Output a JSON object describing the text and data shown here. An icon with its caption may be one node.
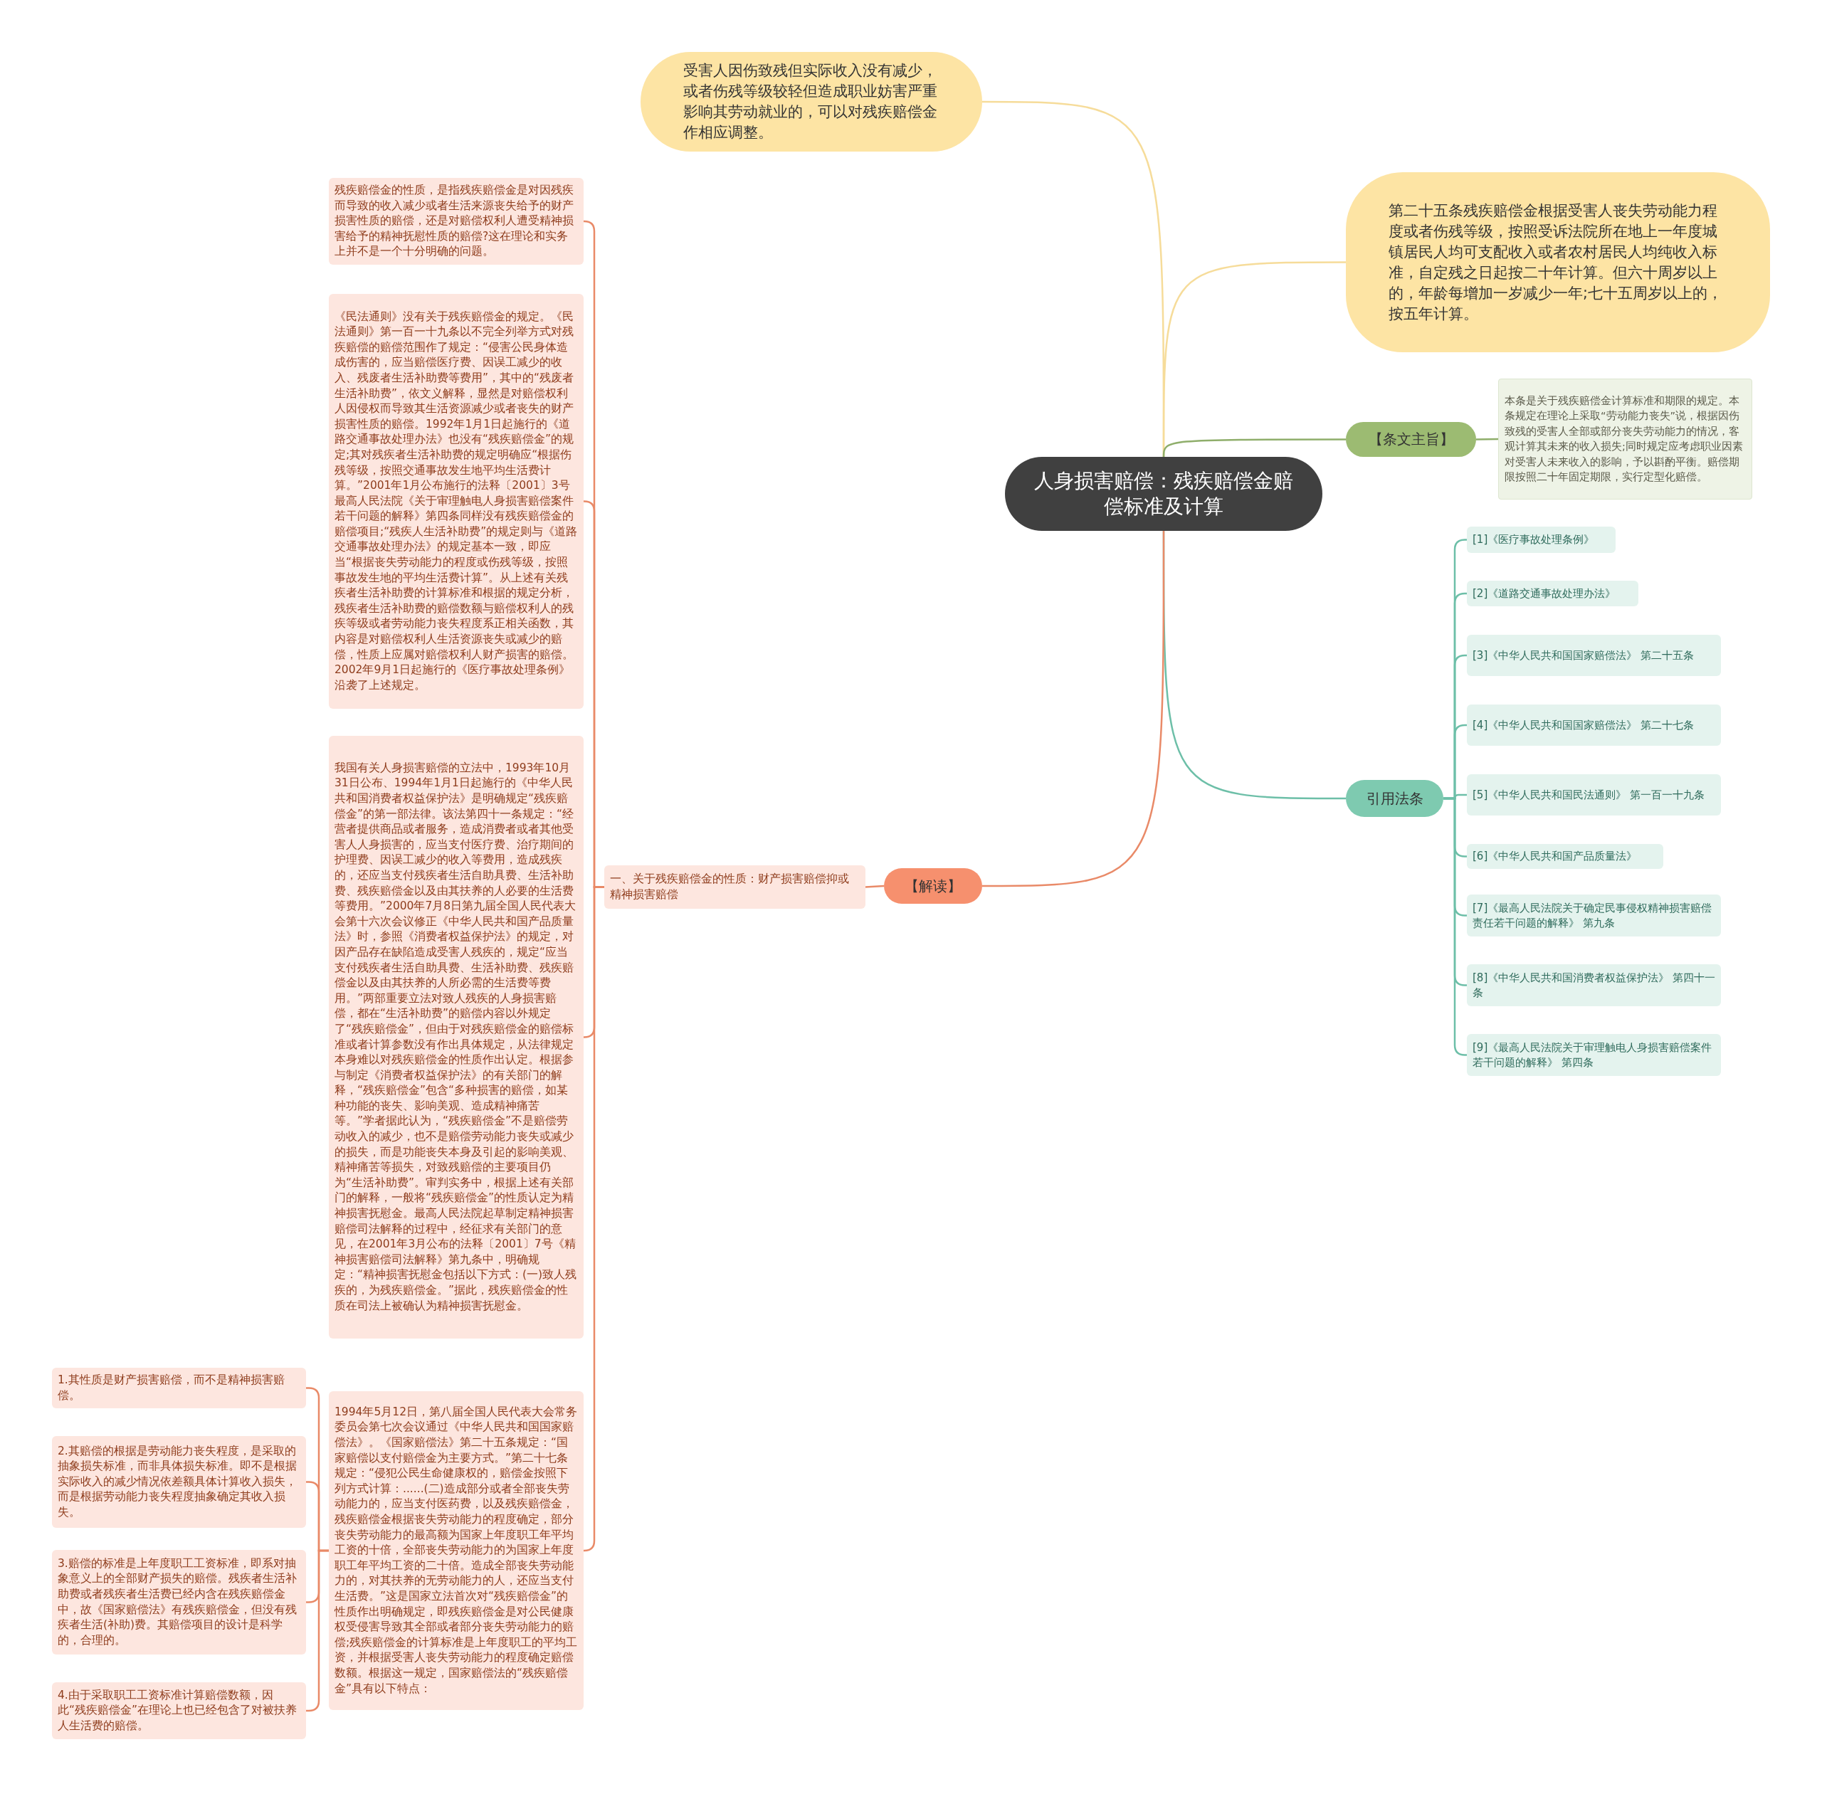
{
  "diagram": {
    "nodes": [
      {
        "text": [
          "人身损害赔偿：残疾赔偿金赔偿标准及计算"
        ]
      },
      {
        "text": [
          "受害人因伤致残但实际收入没有减少，或者伤残等级较轻但造成职业妨害严重影响其劳动就业的，可以对残疾赔偿金作相应调整。"
        ]
      },
      {
        "text": [
          "第二十五条残疾赔偿金根据受害人丧失劳动能力程度或者伤残等级，按照受诉法院所在地上一年度城镇居民人均可支配收入或者农村居民人均纯收入标准，自定残之日起按二十年计算。但六十周岁以上的，年龄每增加一岁减少一年;七十五周岁以上的，按五年计算。"
        ]
      },
      {
        "text": [
          "【条文主旨】"
        ]
      },
      {
        "text": [
          "本条是关于残疾赔偿金计算标准和期限的规定。本条规定在理论上采取“劳动能力丧失”说，根据因伤致残的受害人全部或部分丧失劳动能力的情况，客观计算其未来的收入损失;同时规定应考虑职业因素对受害人未来收入的影响，予以斟酌平衡。赔偿期限按照二十年固定期限，实行定型化赔偿。"
        ]
      },
      {
        "text": [
          "引用法条"
        ]
      },
      {
        "text": [
          "[1]《医疗事故处理条例》"
        ]
      },
      {
        "text": [
          "[2]《道路交通事故处理办法》"
        ]
      },
      {
        "text": [
          "[3]《中华人民共和国国家赔偿法》 第二十五条"
        ]
      },
      {
        "text": [
          "[4]《中华人民共和国国家赔偿法》 第二十七条"
        ]
      },
      {
        "text": [
          "[5]《中华人民共和国民法通则》 第一百一十九条"
        ]
      },
      {
        "text": [
          "[6]《中华人民共和国产品质量法》"
        ]
      },
      {
        "text": [
          "[7]《最高人民法院关于确定民事侵权精神损害赔偿责任若干问题的解释》 第九条"
        ]
      },
      {
        "text": [
          "[8]《中华人民共和国消费者权益保护法》 第四十一条"
        ]
      },
      {
        "text": [
          "[9]《最高人民法院关于审理触电人身损害赔偿案件若干问题的解释》 第四条"
        ]
      },
      {
        "text": [
          "【解读】"
        ]
      },
      {
        "text": [
          "一、关于残疾赔偿金的性质：财产损害赔偿抑或精神损害赔偿"
        ]
      },
      {
        "text": [
          "残疾赔偿金的性质，是指残疾赔偿金是对因残疾而导致的收入减少或者生活来源丧失给予的财产损害性质的赔偿，还是对赔偿权利人遭受精神损害给予的精神抚慰性质的赔偿?这在理论和实务上并不是一个十分明确的问题。"
        ]
      },
      {
        "text": [
          "《民法通则》没有关于残疾赔偿金的规定。《民法通则》第一百一十九条以不完全列举方式对残疾赔偿的赔偿范围作了规定：“侵害公民身体造成伤害的，应当赔偿医疗费、因误工减少的收入、残废者生活补助费等费用”，其中的“残废者生活补助费”，依文义解释，显然是对赔偿权利人因侵权而导致其生活资源减少或者丧失的财产损害性质的赔偿。1992年1月1日起施行的《道路交通事故处理办法》也没有“残疾赔偿金”的规定;其对残疾者生活补助费的规定明确应“根据伤残等级，按照交通事故发生地平均生活费计算。”2001年1月公布施行的法释〔2001〕3号最高人民法院《关于审理触电人身损害赔偿案件若干问题的解释》第四条同样没有残疾赔偿金的赔偿项目;“残疾人生活补助费”的规定则与《道路交通事故处理办法》的规定基本一致，即应当“根据丧失劳动能力的程度或伤残等级，按照事故发生地的平均生活费计算”。从上述有关残疾者生活补助费的计算标准和根据的规定分析，残疾者生活补助费的赔偿数额与赔偿权利人的残疾等级或者劳动能力丧失程度系正相关函数，其内容是对赔偿权利人生活资源丧失或减少的赔偿，性质上应属对赔偿权利人财产损害的赔偿。2002年9月1日起施行的《医疗事故处理条例》沿袭了上述规定。"
        ]
      },
      {
        "text": [
          "我国有关人身损害赔偿的立法中，1993年10月31日公布、1994年1月1日起施行的《中华人民共和国消费者权益保护法》是明确规定“残疾赔偿金”的第一部法律。该法第四十一条规定：“经营者提供商品或者服务，造成消费者或者其他受害人人身损害的，应当支付医疗费、治疗期间的护理费、因误工减少的收入等费用，造成残疾的，还应当支付残疾者生活自助具费、生活补助费、残疾赔偿金以及由其扶养的人必要的生活费等费用。”2000年7月8日第九届全国人民代表大会第十六次会议修正《中华人民共和国产品质量法》时，参照《消费者权益保护法》的规定，对因产品存在缺陷造成受害人残疾的，规定“应当支付残疾者生活自助具费、生活补助费、残疾赔偿金以及由其扶养的人所必需的生活费等费用。”两部重要立法对致人残疾的人身损害赔偿，都在“生活补助费”的赔偿内容以外规定了“残疾赔偿金”，但由于对残疾赔偿金的赔偿标准或者计算参数没有作出具体规定，从法律规定本身难以对残疾赔偿金的性质作出认定。根据参与制定《消费者权益保护法》的有关部门的解释，“残疾赔偿金”包含“多种损害的赔偿，如某种功能的丧失、影响美观、造成精神痛苦等。”学者据此认为，“残疾赔偿金”不是赔偿劳动收入的减少，也不是赔偿劳动能力丧失或减少的损失，而是功能丧失本身及引起的影响美观、精神痛苦等损失，对致残赔偿的主要项目仍为“生活补助费”。审判实务中，根据上述有关部门的解释，一般将“残疾赔偿金”的性质认定为精神损害抚慰金。最高人民法院起草制定精神损害赔偿司法解释的过程中，经征求有关部门的意见，在2001年3月公布的法释〔2001〕7号《精神损害赔偿司法解释》第九条中，明确规定：“精神损害抚慰金包括以下方式：(一)致人残疾的，为残疾赔偿金。”据此，残疾赔偿金的性质在司法上被确认为精神损害抚慰金。"
        ]
      },
      {
        "text": [
          "1994年5月12日，第八届全国人民代表大会常务委员会第七次会议通过《中华人民共和国国家赔偿法》。《国家赔偿法》第二十五条规定：“国家赔偿以支付赔偿金为主要方式。”第二十七条规定：“侵犯公民生命健康权的，赔偿金按照下列方式计算：......(二)造成部分或者全部丧失劳动能力的，应当支付医药费，以及残疾赔偿金，残疾赔偿金根据丧失劳动能力的程度确定，部分丧失劳动能力的最高额为国家上年度职工年平均工资的十倍，全部丧失劳动能力的为国家上年度职工年平均工资的二十倍。造成全部丧失劳动能力的，对其扶养的无劳动能力的人，还应当支付生活费。”这是国家立法首次对“残疾赔偿金”的性质作出明确规定，即残疾赔偿金是对公民健康权受侵害导致其全部或者部分丧失劳动能力的赔偿;残疾赔偿金的计算标准是上年度职工的平均工资，并根据受害人丧失劳动能力的程度确定赔偿数额。根据这一规定，国家赔偿法的“残疾赔偿金”具有以下特点："
        ]
      },
      {
        "text": [
          "1.其性质是财产损害赔偿，而不是精神损害赔偿。"
        ]
      },
      {
        "text": [
          "2.其赔偿的根据是劳动能力丧失程度，是采取的抽象损失标准，而非具体损失标准。即不是根据实际收入的减少情况依差额具体计算收入损失，而是根据劳动能力丧失程度抽象确定其收入损失。"
        ]
      },
      {
        "text": [
          "3.赔偿的标准是上年度职工工资标准，即系对抽象意义上的全部财产损失的赔偿。残疾者生活补助费或者残疾者生活费已经内含在残疾赔偿金中，故《国家赔偿法》有残疾赔偿金，但没有残疾者生活(补助)费。其赔偿项目的设计是科学的，合理的。"
        ]
      },
      {
        "text": [
          "4.由于采取职工工资标准计算赔偿数额，因此“残疾赔偿金”在理论上也已经包含了对被扶养人生活费的赔偿。"
        ]
      }
    ],
    "edges": [
      {
        "from": 0,
        "to": 1,
        "arrow": "none",
        "color": "#f6dc9a"
      },
      {
        "from": 0,
        "to": 2,
        "arrow": "none",
        "color": "#f6dc9a"
      },
      {
        "from": 0,
        "to": 3,
        "arrow": "none",
        "color": "#8fae6b"
      },
      {
        "from": 3,
        "to": 4,
        "arrow": "none",
        "color": "#8fae6b"
      },
      {
        "from": 0,
        "to": 5,
        "arrow": "none",
        "color": "#6dbfa8"
      },
      {
        "from": 5,
        "to": 6,
        "arrow": "none",
        "color": "#6dbfa8"
      },
      {
        "from": 5,
        "to": 7,
        "arrow": "none",
        "color": "#6dbfa8"
      },
      {
        "from": 5,
        "to": 8,
        "arrow": "none",
        "color": "#6dbfa8"
      },
      {
        "from": 5,
        "to": 9,
        "arrow": "none",
        "color": "#6dbfa8"
      },
      {
        "from": 5,
        "to": 10,
        "arrow": "none",
        "color": "#6dbfa8"
      },
      {
        "from": 5,
        "to": 11,
        "arrow": "none",
        "color": "#6dbfa8"
      },
      {
        "from": 5,
        "to": 12,
        "arrow": "none",
        "color": "#6dbfa8"
      },
      {
        "from": 5,
        "to": 13,
        "arrow": "none",
        "color": "#6dbfa8"
      },
      {
        "from": 5,
        "to": 14,
        "arrow": "none",
        "color": "#6dbfa8"
      },
      {
        "from": 0,
        "to": 15,
        "arrow": "none",
        "color": "#e98a68"
      },
      {
        "from": 15,
        "to": 16,
        "arrow": "none",
        "color": "#e98a68"
      },
      {
        "from": 16,
        "to": 17,
        "arrow": "none",
        "color": "#e98a68"
      },
      {
        "from": 16,
        "to": 18,
        "arrow": "none",
        "color": "#e98a68"
      },
      {
        "from": 16,
        "to": 19,
        "arrow": "none",
        "color": "#e98a68"
      },
      {
        "from": 16,
        "to": 20,
        "arrow": "none",
        "color": "#e98a68"
      },
      {
        "from": 20,
        "to": 21,
        "arrow": "none",
        "color": "#e98a68"
      },
      {
        "from": 20,
        "to": 22,
        "arrow": "none",
        "color": "#e98a68"
      },
      {
        "from": 20,
        "to": 23,
        "arrow": "none",
        "color": "#e98a68"
      },
      {
        "from": 20,
        "to": 24,
        "arrow": "none",
        "color": "#e98a68"
      }
    ]
  }
}
